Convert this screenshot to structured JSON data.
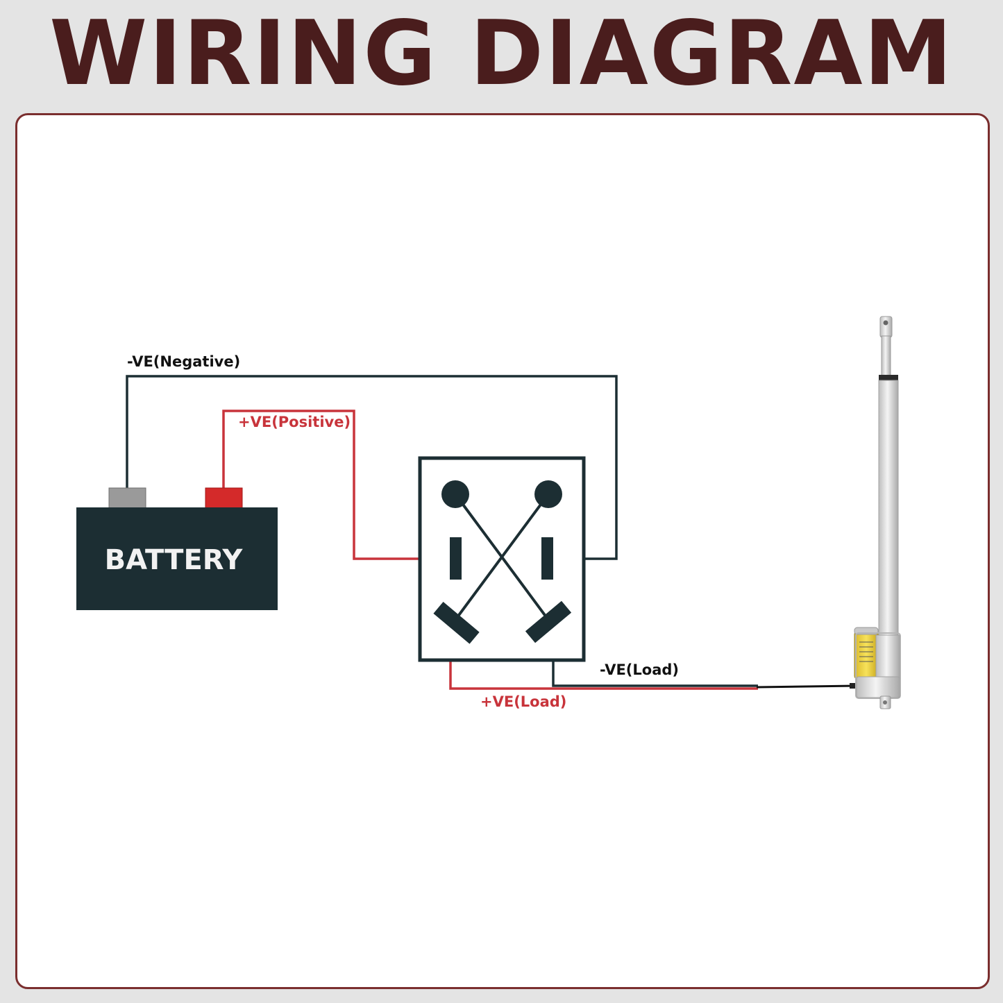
{
  "title": "WIRING DIAGRAM",
  "battery": {
    "label": "BATTERY"
  },
  "labels": {
    "negative": "-VE(Negative)",
    "positive": "+VE(Positive)",
    "neg_load": "-VE(Load)",
    "pos_load": "+VE(Load)"
  },
  "colors": {
    "title": "#4a1d1d",
    "panel_border": "#7a2e2e",
    "battery_body": "#1c2e33",
    "negative_terminal": "#9a9a9a",
    "positive_terminal": "#d42a2a",
    "negative_wire": "#1c2e33",
    "positive_wire": "#c8343b",
    "actuator_motor": "#f2d43a"
  },
  "icons": [
    "battery-icon",
    "dpdt-switch-icon",
    "linear-actuator-icon"
  ]
}
